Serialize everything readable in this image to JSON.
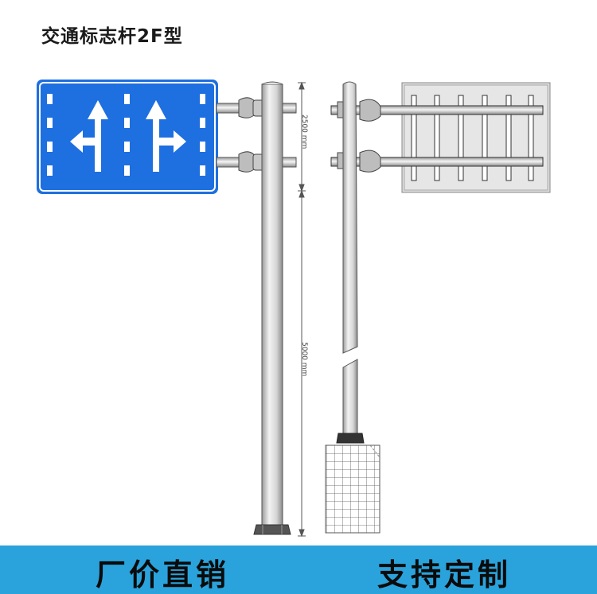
{
  "title": "交通标志杆2F型",
  "dimensions": {
    "upper": "2500 mm",
    "lower": "5000 mm"
  },
  "banner": {
    "left_text": "厂价直销",
    "right_text": "支持定制",
    "color": "#2aa3dc"
  },
  "sign": {
    "color": "#1e6fe0",
    "arrows": [
      "straight-left-arrow-icon",
      "straight-right-arrow-icon"
    ]
  }
}
